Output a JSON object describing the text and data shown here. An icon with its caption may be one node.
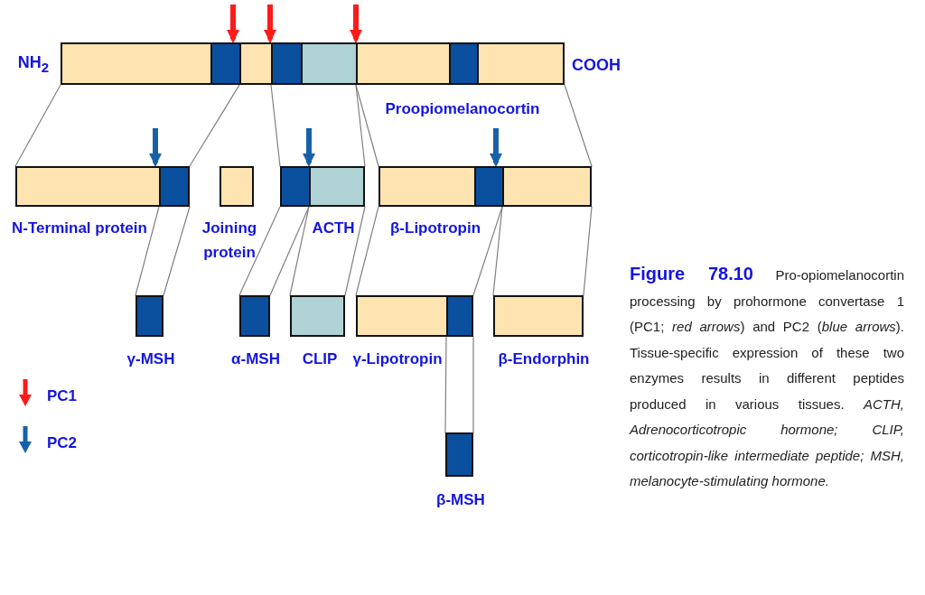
{
  "diagram": {
    "caption": "**Figure 78.10** Pro-opiomelanocortin processing by prohormone convertase 1 (PC1; *red arrows*) and PC2 (*blue arrows*). Tissue-specific expression of these two enzymes results in different peptides produced in various tissues. *ACTH, Adrenocorticotropic hormone; CLIP, corticotropin-like intermediate peptide; MSH, melanocyte-stimulating hormone.*",
    "nodes": [
      {
        "text": [
          "Proopiomelanocortin"
        ],
        "beside": [
          "NH$_{2}$",
          "COOH"
        ]
      },
      {
        "text": [
          "N-Terminal protein"
        ]
      },
      {
        "text": [
          "Joining protein"
        ]
      },
      {
        "text": [
          "ACTH"
        ]
      },
      {
        "text": [
          "β-Lipotropin"
        ]
      },
      {
        "text": [
          "γ-MSH"
        ]
      },
      {
        "text": [
          "α-MSH"
        ]
      },
      {
        "text": [
          "CLIP"
        ]
      },
      {
        "text": [
          "γ-Lipotropin"
        ]
      },
      {
        "text": [
          "β-Endorphin"
        ]
      },
      {
        "text": [
          "β-MSH"
        ]
      }
    ],
    "edges": [
      {
        "from": null,
        "to": 0,
        "arrow": "to",
        "style": "thick",
        "color": "#ff1a1a"
      },
      {
        "from": null,
        "to": 0,
        "arrow": "to",
        "style": "thick",
        "color": "#ff1a1a"
      },
      {
        "from": null,
        "to": 0,
        "arrow": "to",
        "style": "thick",
        "color": "#ff1a1a"
      },
      {
        "from": 0,
        "to": 1,
        "arrow": "none"
      },
      {
        "from": 0,
        "to": 3,
        "arrow": "none"
      },
      {
        "from": 0,
        "to": 4,
        "arrow": "none"
      },
      {
        "from": null,
        "to": 1,
        "arrow": "to",
        "style": "thick",
        "color": "#1761a8"
      },
      {
        "from": null,
        "to": 3,
        "arrow": "to",
        "style": "thick",
        "color": "#1761a8"
      },
      {
        "from": null,
        "to": 4,
        "arrow": "to",
        "style": "thick",
        "color": "#1761a8"
      },
      {
        "from": 1,
        "to": 5,
        "arrow": "none"
      },
      {
        "from": 3,
        "to": 6,
        "arrow": "none"
      },
      {
        "from": 3,
        "to": 7,
        "arrow": "none"
      },
      {
        "from": 4,
        "to": 8,
        "arrow": "none"
      },
      {
        "from": 4,
        "to": 9,
        "arrow": "none"
      },
      {
        "from": 8,
        "to": 10,
        "arrow": "none"
      }
    ],
    "legend": [
      {
        "text": "PC1",
        "color": "#ff1a1a"
      },
      {
        "text": "PC2",
        "color": "#1761a8"
      }
    ]
  }
}
